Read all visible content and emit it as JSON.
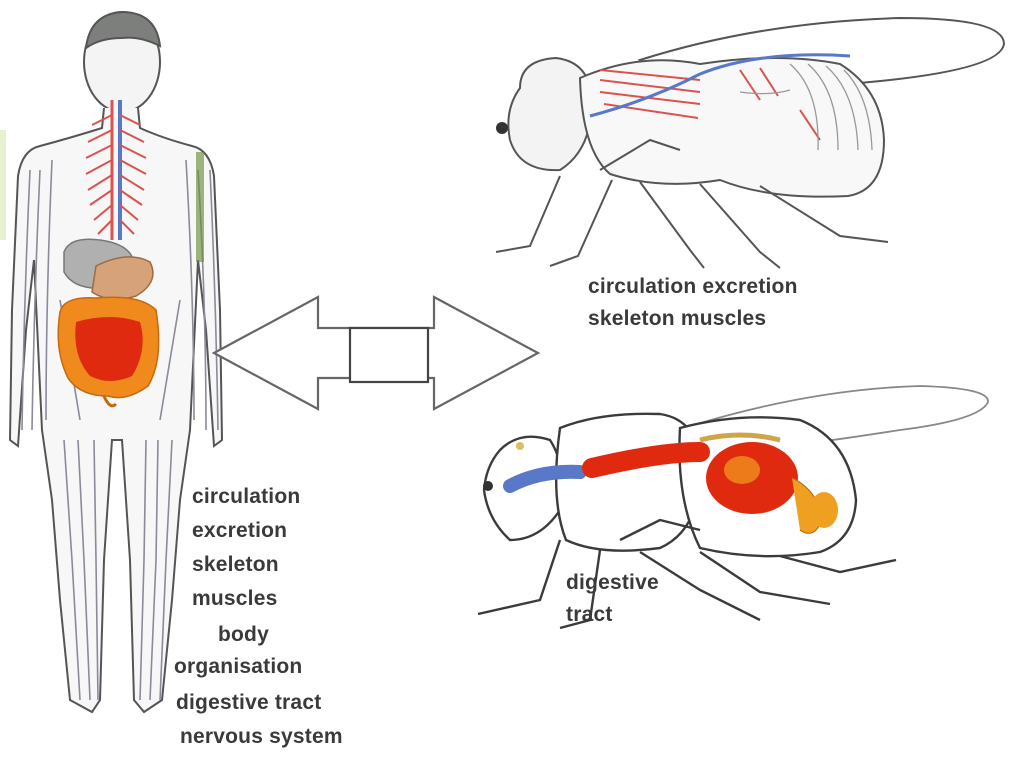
{
  "human": {
    "labels": [
      "circulation",
      "excretion",
      "skeleton",
      "muscles",
      "body",
      "organisation",
      "digestive tract",
      "nervous system"
    ]
  },
  "fly_top": {
    "line1": "circulation   excretion",
    "line2": "skeleton   muscles"
  },
  "fly_bottom": {
    "line1": "digestive",
    "line2": "tract"
  },
  "colors": {
    "nerve": "#d9534f",
    "vessel": "#5a78c8",
    "gut_orange": "#f08a1c",
    "gut_red": "#e02a10",
    "organ_gray": "#a9a9a9",
    "skin_line": "#8a8a9a"
  }
}
